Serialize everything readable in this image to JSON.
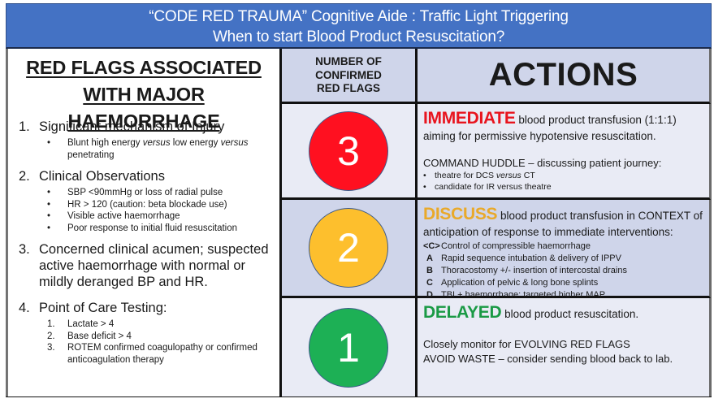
{
  "title": {
    "line1": "“CODE RED TRAUMA” Cognitive Aide : Traffic Light Triggering",
    "line2": "When to start Blood Product Resuscitation?"
  },
  "colors": {
    "title_bg": "#4472c4",
    "red": "#ff1020",
    "amber": "#fdbf2d",
    "green": "#1db055",
    "immediate_text": "#e8141e",
    "discuss_text": "#e9a92a",
    "delayed_text": "#1a9a45"
  },
  "left": {
    "heading_line1": "RED FLAGS ASSOCIATED",
    "heading_line2": "WITH MAJOR HAEMORRHAGE",
    "flags": [
      {
        "num": "1.",
        "text": "Significant mechanism of Injury",
        "subs": [
          {
            "marker": "•",
            "parts": [
              "Blunt high energy ",
              "versus",
              " low energy ",
              "versus",
              " penetrating"
            ]
          }
        ]
      },
      {
        "num": "2.",
        "text": "Clinical Observations",
        "subs": [
          {
            "marker": "•",
            "text": "SBP <90mmHg or loss of radial pulse"
          },
          {
            "marker": "•",
            "text": "HR > 120 (caution: beta blockade use)"
          },
          {
            "marker": "•",
            "text": "Visible active haemorrhage"
          },
          {
            "marker": "•",
            "text": "Poor response to initial fluid resuscitation"
          }
        ]
      },
      {
        "num": "3.",
        "text": "Concerned clinical acumen; suspected active haemorrhage with normal or mildly deranged BP and HR."
      },
      {
        "num": "4.",
        "text": "Point of Care Testing:",
        "subs": [
          {
            "marker": "1.",
            "text": "Lactate > 4"
          },
          {
            "marker": "2.",
            "text": "Base deficit > 4"
          },
          {
            "marker": "3.",
            "text": "ROTEM confirmed coagulopathy or confirmed anticoagulation therapy"
          }
        ]
      }
    ]
  },
  "middle": {
    "header": [
      "NUMBER OF",
      "CONFIRMED",
      "RED FLAGS"
    ],
    "lights": [
      {
        "value": "3",
        "color": "red"
      },
      {
        "value": "2",
        "color": "amber"
      },
      {
        "value": "1",
        "color": "green"
      }
    ]
  },
  "actions": {
    "header": "ACTIONS",
    "immediate": {
      "keyword": "IMMEDIATE",
      "line1_rest": " blood product transfusion (1:1:1)",
      "line2": "aiming for permissive hypotensive resuscitation.",
      "huddle": "COMMAND HUDDLE – discussing patient journey:",
      "bullets": [
        {
          "parts": [
            "theatre for DCS ",
            "versus",
            " CT"
          ]
        },
        {
          "text": "candidate for IR versus theatre"
        }
      ]
    },
    "discuss": {
      "keyword": "DISCUSS",
      "line1_rest": " blood product transfusion in CONTEXT of",
      "line2": "anticipation of response to immediate interventions:",
      "items": [
        {
          "key": "<C>",
          "text": "Control of compressible haemorrhage"
        },
        {
          "key": "A",
          "text": "Rapid sequence intubation & delivery of IPPV"
        },
        {
          "key": "B",
          "text": "Thoracostomy +/- insertion of intercostal drains"
        },
        {
          "key": "C",
          "text": "Application of pelvic & long bone splints"
        },
        {
          "key": "D",
          "text": "TBI + haemorrhage: targeted higher MAP"
        }
      ]
    },
    "delayed": {
      "keyword": "DELAYED",
      "line1_rest": " blood product resuscitation.",
      "line2": "Closely monitor for EVOLVING RED FLAGS",
      "line3": "AVOID WASTE – consider sending blood back to lab."
    }
  }
}
